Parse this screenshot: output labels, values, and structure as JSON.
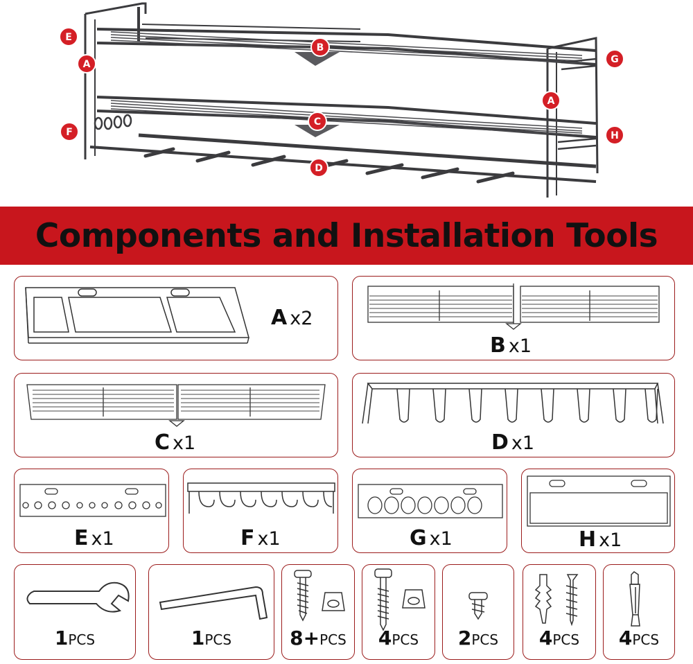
{
  "banner": {
    "title": "Components and Installation Tools"
  },
  "callouts": [
    "A",
    "B",
    "C",
    "D",
    "E",
    "F",
    "G",
    "H"
  ],
  "components": [
    {
      "letter": "A",
      "qty": "x2"
    },
    {
      "letter": "B",
      "qty": "x1"
    },
    {
      "letter": "C",
      "qty": "x1"
    },
    {
      "letter": "D",
      "qty": "x1"
    },
    {
      "letter": "E",
      "qty": "x1"
    },
    {
      "letter": "F",
      "qty": "x1"
    },
    {
      "letter": "G",
      "qty": "x1"
    },
    {
      "letter": "H",
      "qty": "x1"
    }
  ],
  "tools": [
    {
      "count": "1",
      "unit": "PCS",
      "icon": "wrench-icon"
    },
    {
      "count": "1",
      "unit": "PCS",
      "icon": "hex-key-icon"
    },
    {
      "count": "8+",
      "unit": "PCS",
      "icon": "screw-with-cap-icon"
    },
    {
      "count": "4",
      "unit": "PCS",
      "icon": "long-screw-with-cap-icon"
    },
    {
      "count": "2",
      "unit": "PCS",
      "icon": "short-screw-icon"
    },
    {
      "count": "4",
      "unit": "PCS",
      "icon": "anchor-and-screw-icon"
    },
    {
      "count": "4",
      "unit": "PCS",
      "icon": "expansion-bolt-icon"
    }
  ],
  "colors": {
    "accent": "#c8161d",
    "border": "#9b1b1b",
    "metal": "#3a3a3c"
  }
}
